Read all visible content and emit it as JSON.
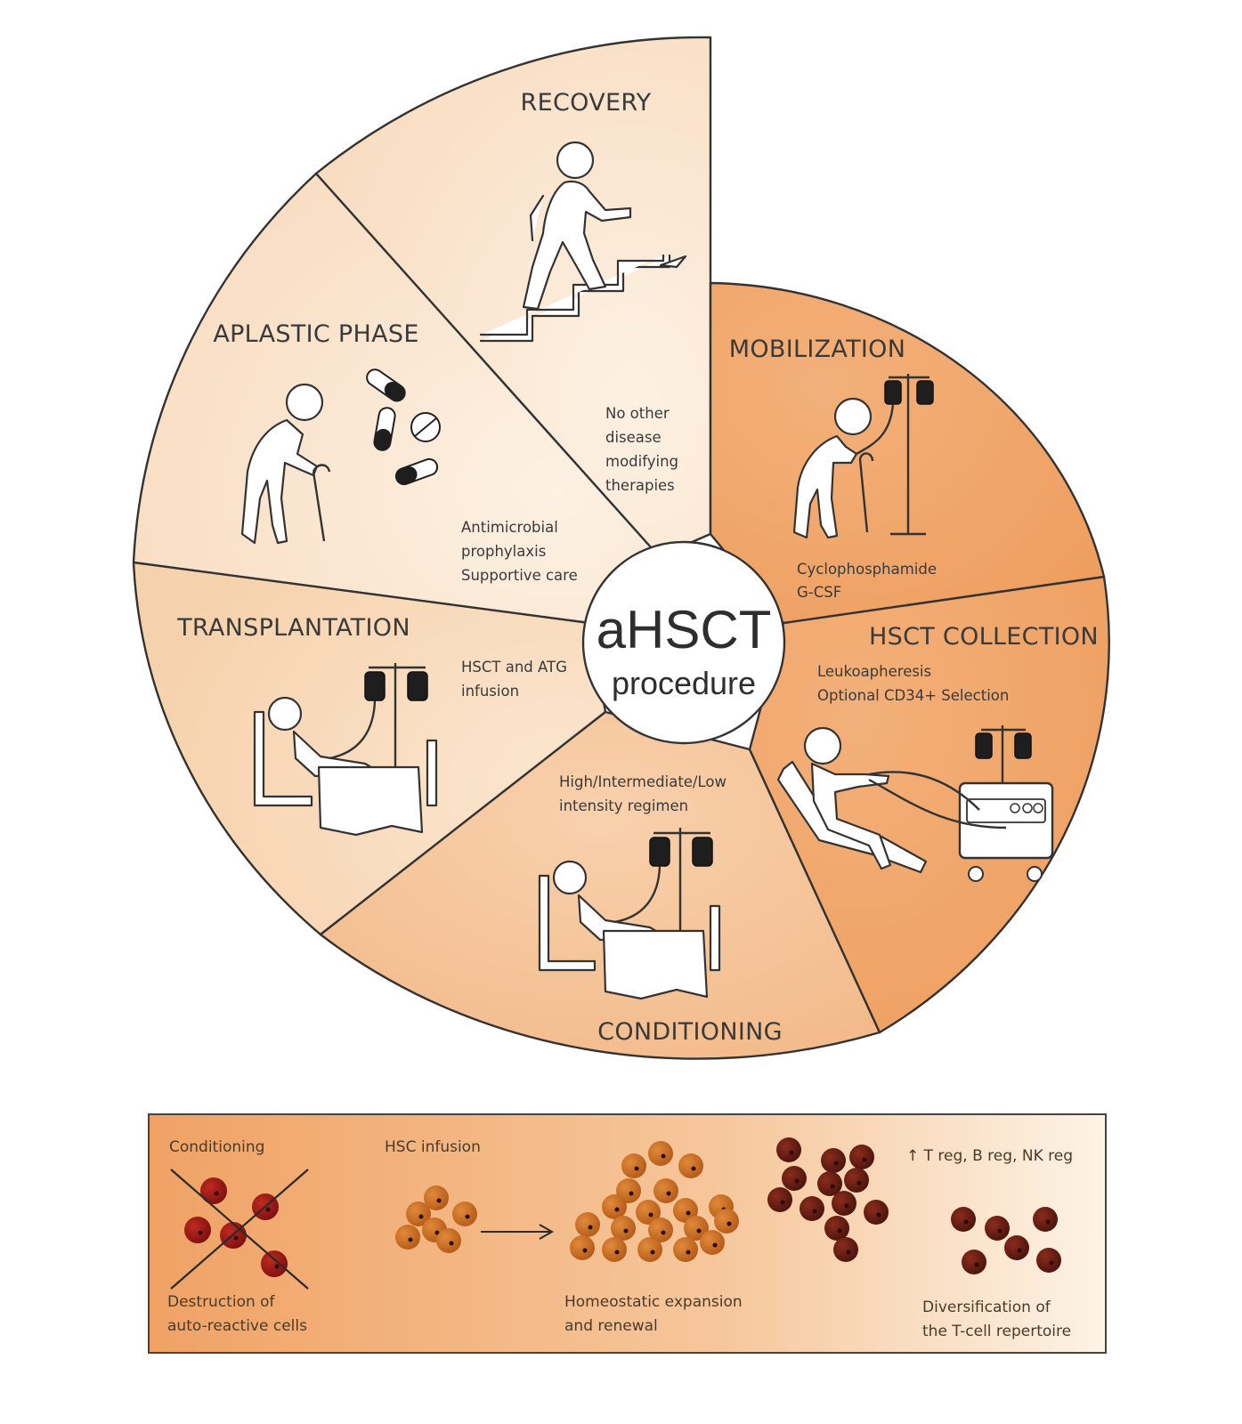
{
  "center": {
    "line1": "aHSCT",
    "line2": "procedure"
  },
  "stages": {
    "recovery": {
      "title": "RECOVERY",
      "notes": [
        "No other",
        "disease",
        "modifying",
        "therapies"
      ]
    },
    "aplastic": {
      "title": "APLASTIC PHASE",
      "notes": [
        "Antimicrobial",
        "prophylaxis",
        "Supportive care"
      ]
    },
    "transplantation": {
      "title": "TRANSPLANTATION",
      "notes": [
        "HSCT and ATG",
        "infusion"
      ]
    },
    "conditioning": {
      "title": "CONDITIONING",
      "notes": [
        "High/Intermediate/Low",
        "intensity regimen"
      ]
    },
    "collection": {
      "title": "HSCT COLLECTION",
      "notes": [
        "Leukoapheresis",
        "Optional CD34+ Selection"
      ]
    },
    "mobilization": {
      "title": "MOBILIZATION",
      "notes": [
        "Cyclophosphamide",
        "G-CSF"
      ]
    }
  },
  "panel": {
    "conditioning_label": "Conditioning",
    "destruction": [
      "Destruction of",
      "auto-reactive cells"
    ],
    "infusion_label": "HSC infusion",
    "expansion": [
      "Homeostatic expansion",
      "and renewal"
    ],
    "treg": "↑ T reg, B reg, NK reg",
    "diversification": [
      "Diversification of",
      "the T-cell repertoire"
    ]
  },
  "colors": {
    "light_sector": "#fbe9d4",
    "mid_sector": "#f5c89f",
    "dark_sector": "#f0a66a",
    "cell_red": "#8b1414",
    "cell_orange": "#c8661e",
    "cell_brown": "#5a1a10"
  }
}
